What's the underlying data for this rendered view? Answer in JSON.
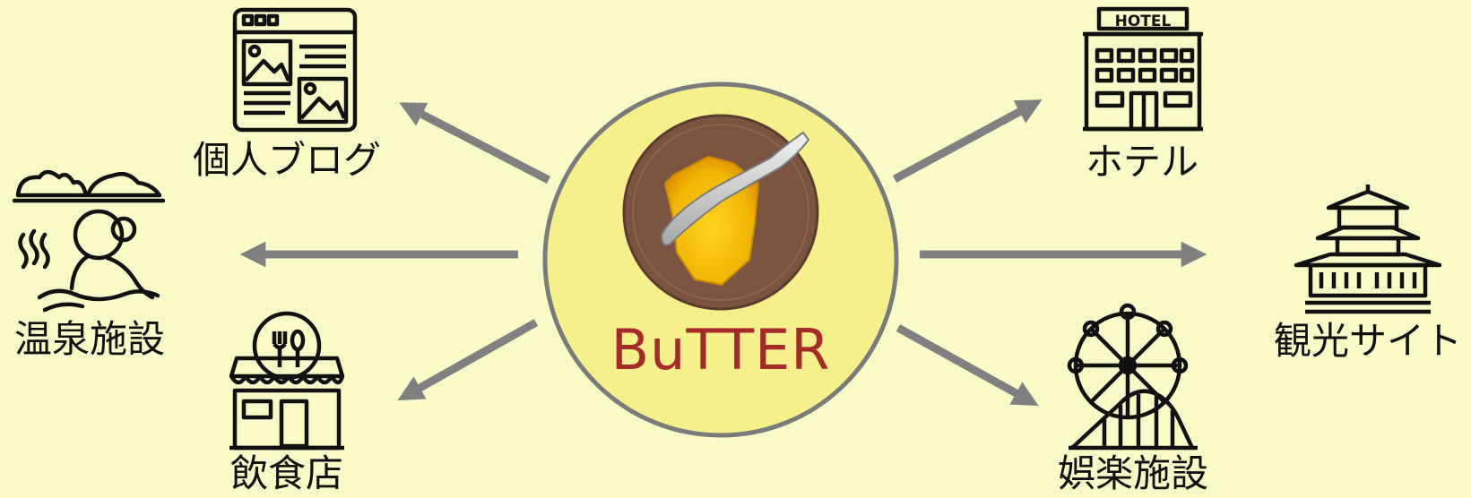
{
  "center": {
    "title": "BuTTER"
  },
  "nodes": {
    "blog": {
      "label": "個人ブログ",
      "icon": "blog-page-icon"
    },
    "onsen": {
      "label": "温泉施設",
      "icon": "hot-spring-icon"
    },
    "restaurant": {
      "label": "飲食店",
      "icon": "restaurant-icon"
    },
    "hotel": {
      "label": "ホテル",
      "icon": "hotel-building-icon",
      "sign_text": "HOTEL"
    },
    "tourism": {
      "label": "観光サイト",
      "icon": "castle-icon"
    },
    "amusement": {
      "label": "娯楽施設",
      "icon": "ferris-wheel-icon"
    }
  },
  "colors": {
    "background": "#fafac8",
    "circle_fill": "#f5f08c",
    "circle_stroke": "#7a7a7a",
    "arrow": "#808080",
    "title": "#a52a2a"
  }
}
